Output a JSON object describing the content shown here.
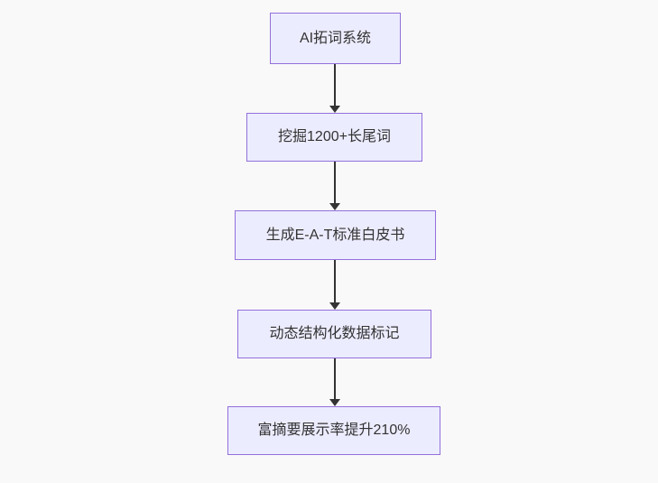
{
  "diagram": {
    "type": "flowchart",
    "direction": "top-down",
    "nodes": [
      {
        "id": "n1",
        "label": "AI拓词系统"
      },
      {
        "id": "n2",
        "label": "挖掘1200+长尾词"
      },
      {
        "id": "n3",
        "label": "生成E-A-T标准白皮书"
      },
      {
        "id": "n4",
        "label": "动态结构化数据标记"
      },
      {
        "id": "n5",
        "label": "富摘要展示率提升210%"
      }
    ],
    "edges": [
      {
        "from": "n1",
        "to": "n2",
        "style": "arrow-down"
      },
      {
        "from": "n2",
        "to": "n3",
        "style": "arrow-down"
      },
      {
        "from": "n3",
        "to": "n4",
        "style": "arrow-down"
      },
      {
        "from": "n4",
        "to": "n5",
        "style": "arrow-down"
      }
    ],
    "colors": {
      "node_fill": "#ECECFF",
      "node_border": "#9370DB",
      "edge": "#333333",
      "text": "#333333",
      "background": "#f9f9f9"
    }
  }
}
